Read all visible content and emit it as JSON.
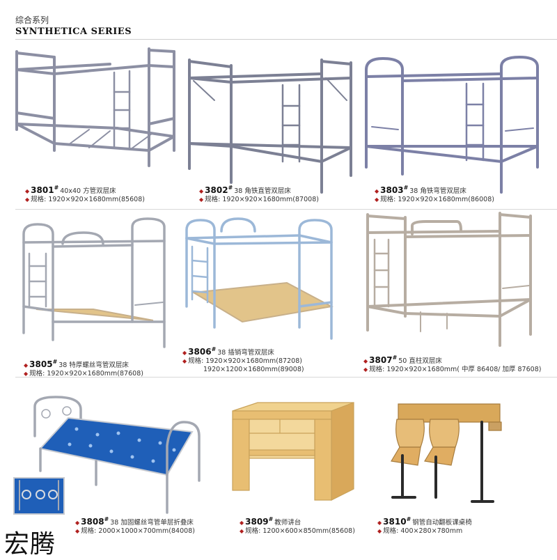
{
  "header": {
    "title_cn": "综合系列",
    "title_en": "SYNTHETICA SERIES"
  },
  "colors": {
    "accent_diamond": "#b0201f",
    "frame_gray": "#8c8fa3",
    "frame_blue": "#9cb8d8",
    "frame_beige": "#b7ada2",
    "wood": "#e2c48a",
    "mattress_blue": "#1f5fb8"
  },
  "products": [
    {
      "diamond": "◆",
      "code": "3801",
      "mark": "#",
      "name": "40x40 方管双层床",
      "spec_label": "规格:",
      "spec": "1920×920×1680mm(85608)"
    },
    {
      "diamond": "◆",
      "code": "3802",
      "mark": "#",
      "name": "38 角铁直管双层床",
      "spec_label": "规格:",
      "spec": "1920×920×1680mm(87008)"
    },
    {
      "diamond": "◆",
      "code": "3803",
      "mark": "#",
      "name": "38 角铁弯管双层床",
      "spec_label": "规格:",
      "spec": "1920×920×1680mm(86008)"
    },
    {
      "diamond": "◆",
      "code": "3805",
      "mark": "#",
      "name": "38 特厚螺丝弯管双层床",
      "spec_label": "规格:",
      "spec": "1920×920×1680mm(87608)"
    },
    {
      "diamond": "◆",
      "code": "3806",
      "mark": "#",
      "name": "38 插销弯管双层床",
      "spec_label": "规格:",
      "spec": "1920×920×1680mm(87208)",
      "spec2": "1920×1200×1680mm(89008)"
    },
    {
      "diamond": "◆",
      "code": "3807",
      "mark": "#",
      "name": "50 直柱双层床",
      "spec_label": "规格:",
      "spec": "1920×920×1680mm( 中厚 86408/ 加厚 87608)"
    },
    {
      "diamond": "◆",
      "code": "3808",
      "mark": "#",
      "name": "38 加固螺丝弯管单层折叠床",
      "spec_label": "规格:",
      "spec": "2000×1000×700mm(84008)"
    },
    {
      "diamond": "◆",
      "code": "3809",
      "mark": "#",
      "name": "教师讲台",
      "spec_label": "规格:",
      "spec": "1200×600×850mm(85608)"
    },
    {
      "diamond": "◆",
      "code": "3810",
      "mark": "#",
      "name": "钢管自动翻板课桌椅",
      "spec_label": "规格:",
      "spec": "400×280×780mm"
    }
  ],
  "brand": "宏腾"
}
